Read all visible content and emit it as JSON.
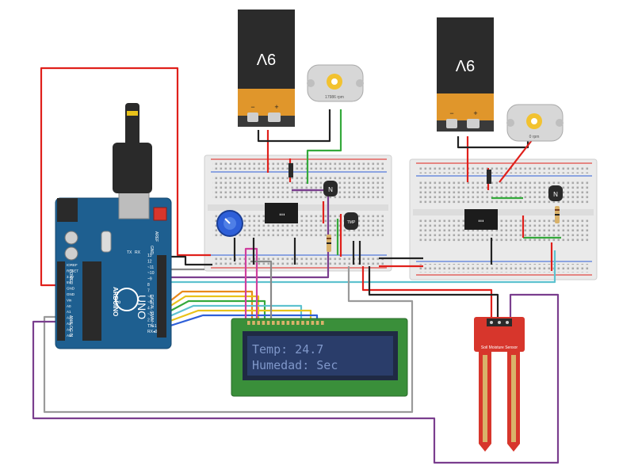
{
  "battery_label": "9V",
  "battery_minus": "−",
  "battery_plus": "+",
  "motor_left_label": "17986 rpm",
  "motor_right_label": "0 rpm",
  "transistor_label": "N",
  "tmp_label": "TMP",
  "lcd": {
    "line1": "Temp: 24.7",
    "line2": "Humedad:  Sec"
  },
  "arduino": {
    "brand": "ARDUINO",
    "model": "UNO",
    "aref": "AREF",
    "gnd": "GND",
    "digital_label": "DIGITAL (PWM~)",
    "tx": "TX",
    "rx": "RX",
    "analog_label": "ANALOG IN",
    "power_label": "POWER",
    "pins_right": [
      "13",
      "12",
      "~11",
      "~10",
      "~9",
      "8",
      "7",
      "~6",
      "~5",
      "4",
      "~3",
      "2",
      "TX▸1",
      "RX◂0"
    ],
    "pins_left": [
      "IOREF",
      "RESET",
      "3.3V",
      "5V",
      "GND",
      "GND",
      "Vin",
      "A0",
      "A1",
      "A2",
      "A3",
      "A4",
      "A5"
    ]
  },
  "soil_sensor": {
    "label": "Soil Moisture Sensor"
  },
  "colors": {
    "wire_red": "#e0201b",
    "wire_black": "#222222",
    "wire_green": "#34a93b",
    "wire_purple": "#7a3e8e",
    "wire_gray": "#9a9a9a",
    "wire_yellow": "#e8c21a",
    "wire_blue": "#2e5fd8",
    "wire_cyan": "#5ec2cf",
    "wire_orange": "#e98a1b",
    "wire_magenta": "#cf3e9e",
    "board_blue": "#1e5f90",
    "lcd_green": "#3a8f3a",
    "sensor_red": "#d7362c"
  }
}
